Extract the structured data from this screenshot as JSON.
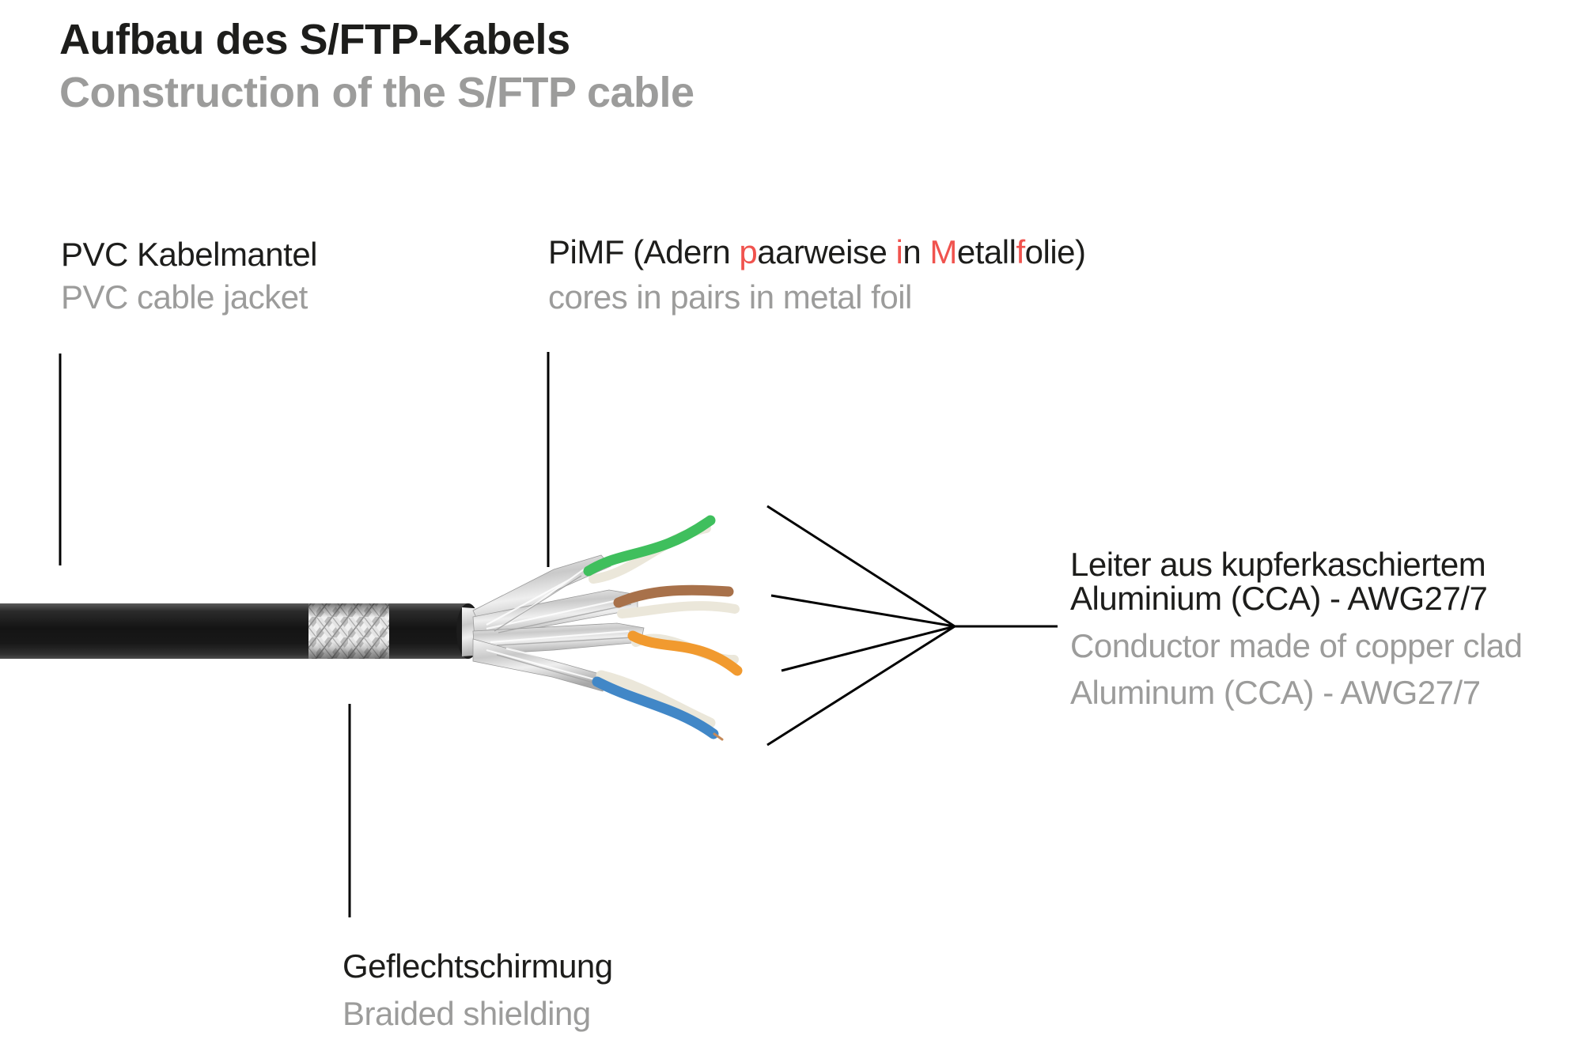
{
  "header": {
    "title_de": "Aufbau des S/FTP-Kabels",
    "title_en": "Construction of the S/FTP cable"
  },
  "labels": {
    "jacket": {
      "de": "PVC Kabelmantel",
      "en": "PVC cable jacket"
    },
    "pimf": {
      "de_segments": [
        {
          "text": "PiMF (Adern ",
          "red": false
        },
        {
          "text": "p",
          "red": true
        },
        {
          "text": "aarweise ",
          "red": false
        },
        {
          "text": "i",
          "red": true
        },
        {
          "text": "n ",
          "red": false
        },
        {
          "text": "M",
          "red": true
        },
        {
          "text": "etall",
          "red": false
        },
        {
          "text": "f",
          "red": true
        },
        {
          "text": "olie)",
          "red": false
        }
      ],
      "en": "cores in pairs in metal foil"
    },
    "conductor": {
      "de_line1": "Leiter aus kupferkaschiertem",
      "de_line2": "Aluminium (CCA) - AWG27/7",
      "en_line1": "Conductor made of copper clad",
      "en_line2": "Aluminum (CCA) - AWG27/7"
    },
    "braid": {
      "de": "Geflechtschirmung",
      "en": "Braided shielding"
    }
  },
  "colors": {
    "text_black": "#1d1d1b",
    "text_gray": "#9c9c9b",
    "accent_red": "#f0534e",
    "line_black": "#000000",
    "jacket_black": "#181818",
    "foil_silver": "#d9d9d9",
    "wire_green": "#3fbf5d",
    "wire_brown": "#a8714a",
    "wire_orange": "#f19a2f",
    "wire_blue": "#4187c7",
    "wire_white": "#ebe7da",
    "copper": "#c58a5a"
  },
  "diagram": {
    "wire_pairs": [
      "green/white",
      "brown/white",
      "orange/white",
      "blue/white"
    ]
  }
}
